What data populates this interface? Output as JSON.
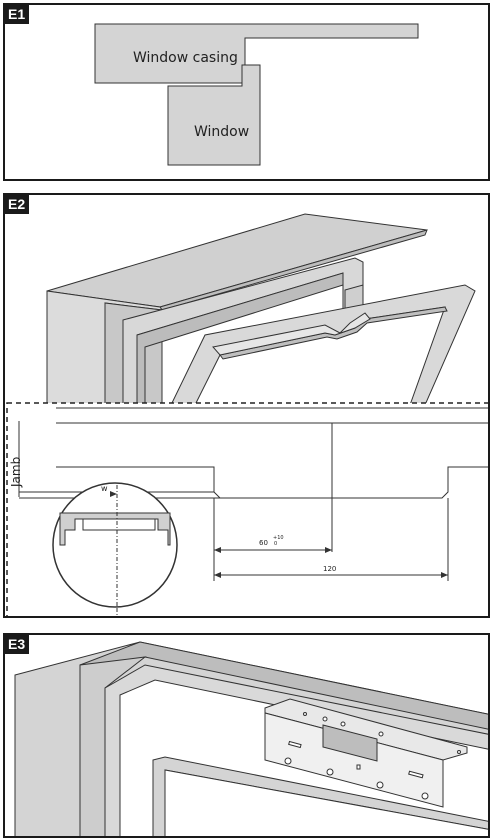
{
  "panels": [
    {
      "tag": "E1",
      "labels": {
        "casing": "Window casing",
        "window": "Window"
      }
    },
    {
      "tag": "E2",
      "labels": {
        "jamb": "Jamb",
        "w": "w",
        "dim60": "60",
        "dim60_tol_up": "+10",
        "dim60_tol_down": "0",
        "dim120": "120"
      }
    },
    {
      "tag": "E3"
    }
  ]
}
